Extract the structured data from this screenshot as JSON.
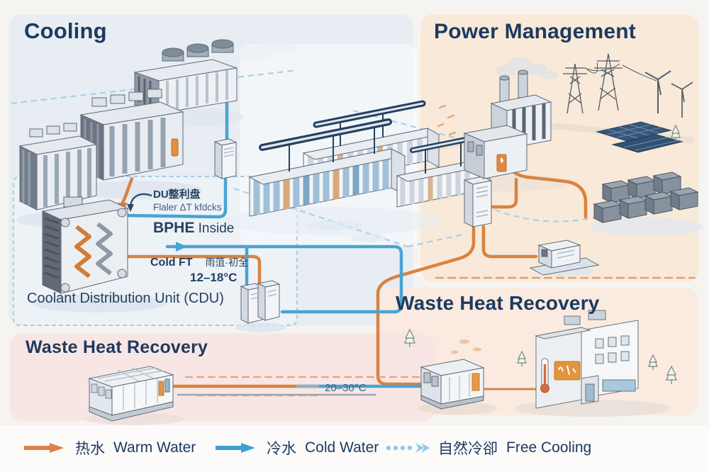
{
  "panels": {
    "cooling": {
      "title": "Cooling"
    },
    "power": {
      "title": "Power Management"
    },
    "waste_heat_right": {
      "title": "Waste Heat Recovery"
    },
    "waste_heat_bottom": {
      "title": "Waste Heat Recovery"
    }
  },
  "cdu": {
    "callout_line1": "DU整利盘",
    "callout_line2": "Flaler ΔT kfdcks",
    "bphe_bold": "BPHE",
    "bphe_rest": "Inside",
    "cold_label": "Cold FT",
    "cold_cjk": "雨菹·初全",
    "cold_temp": "12–18°C",
    "caption": "Coolant Distribution Unit (CDU)"
  },
  "pipes": {
    "district_loop_temp": "20–30°C"
  },
  "legend": {
    "items": [
      {
        "cjk": "热水",
        "en": "Warm Water",
        "color": "#dd8147",
        "style": "solid"
      },
      {
        "cjk": "冷水",
        "en": "Cold Water",
        "color": "#3d9fd3",
        "style": "solid"
      },
      {
        "cjk": "自然冷卻",
        "en": "Free Cooling",
        "color": "#8ecbe8",
        "style": "dotted"
      }
    ]
  },
  "colors": {
    "warm_water": "#dd8147",
    "cold_water": "#3d9fd3",
    "free_cooling_dash": "#a9d0e8",
    "title_navy": "#1d3a60",
    "busway_navy": "#24415f",
    "panel_cooling_bg": "#e7edf3",
    "panel_power_bg": "#f9e9d8",
    "panel_whr_right_bg": "#fbeae0",
    "panel_whr_bottom_bg": "#f8e6e4"
  }
}
